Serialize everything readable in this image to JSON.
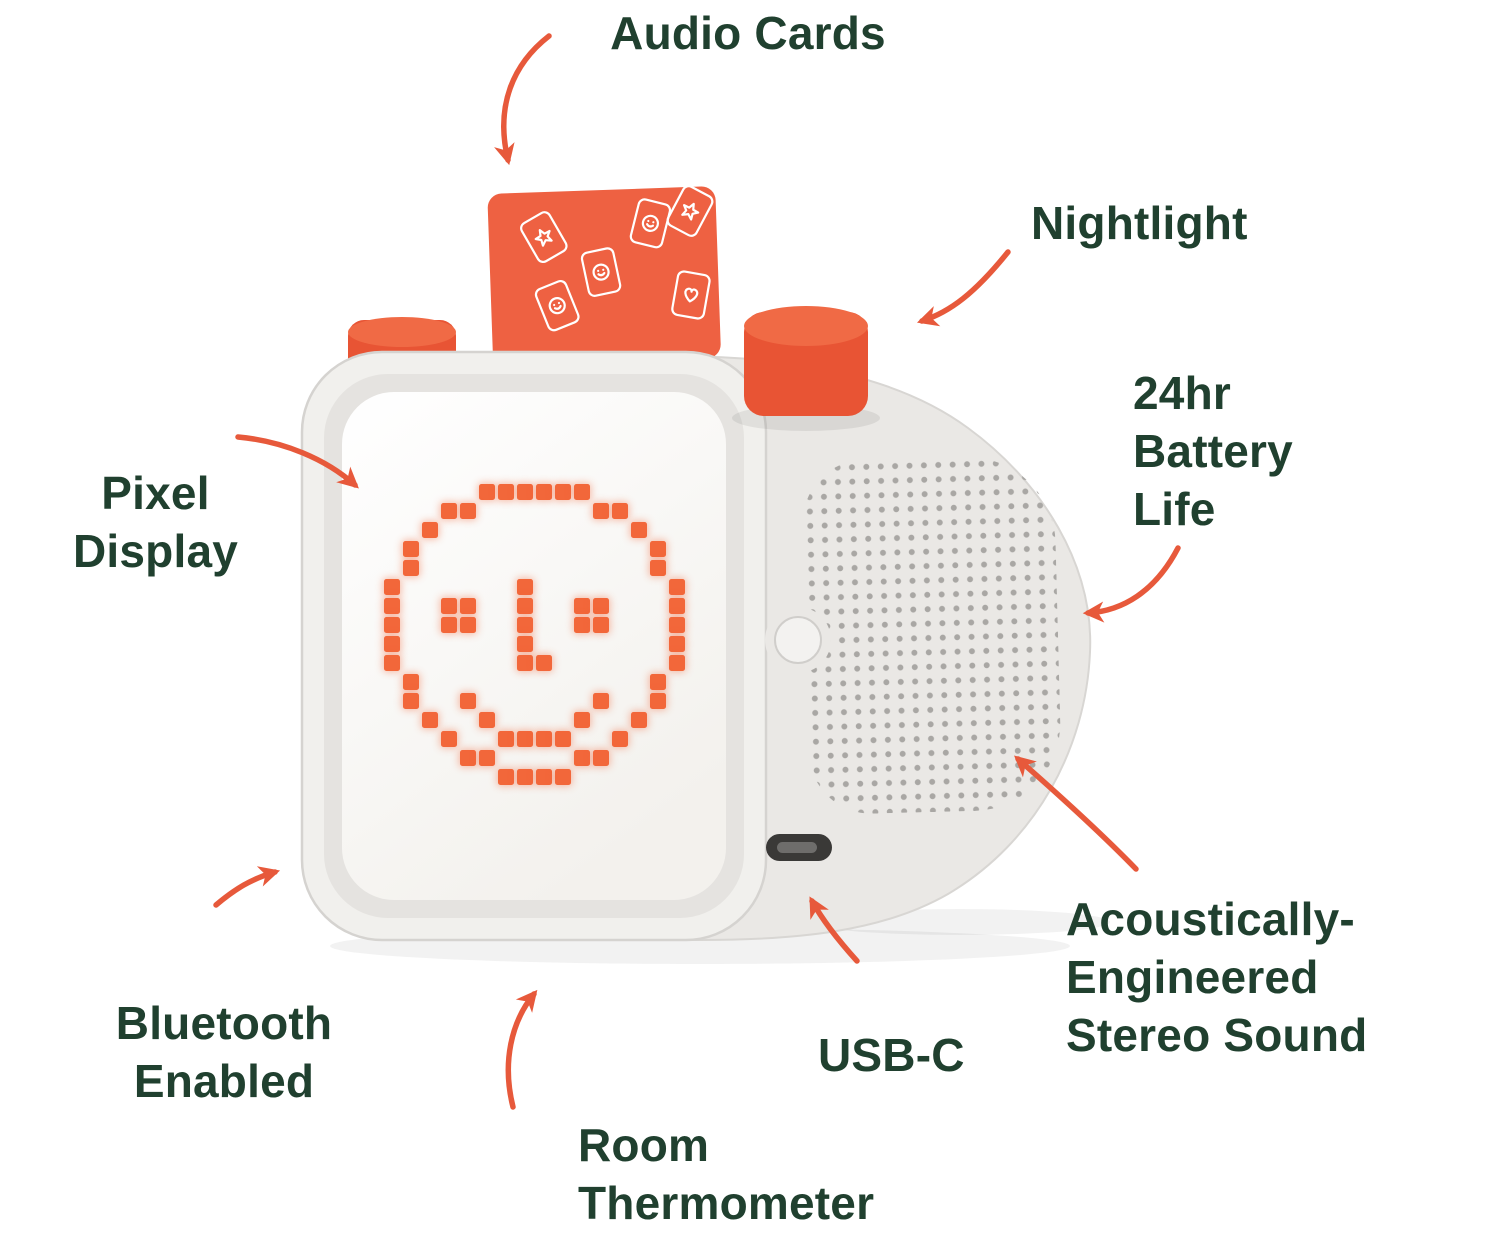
{
  "labels": {
    "audio_cards": "Audio Cards",
    "nightlight": "Nightlight",
    "battery": [
      "24hr",
      "Battery",
      "Life"
    ],
    "pixel_display": [
      "Pixel",
      "Display"
    ],
    "bluetooth": [
      "Bluetooth",
      "Enabled"
    ],
    "room_thermometer": [
      "Room",
      "Thermometer"
    ],
    "usb_c": "USB-C",
    "acoustic": [
      "Acoustically-",
      "Engineered",
      "Stereo Sound"
    ]
  },
  "device": {
    "description": "white kids audio player with orange audio card inserted on top, two orange knobs, pixel smiley-face display and side speaker grille",
    "pixel_face": {
      "pixel_color": "#f2673a",
      "rows": [
        ".....######.....",
        "...##......##...",
        "..#..........#..",
        ".#............#.",
        ".#............#.",
        "#......#.......#",
        "#..##..#..##...#",
        "#..##..#..##...#",
        "#......#.......#",
        "#......##......#",
        ".#............#.",
        ".#..#......#..#.",
        "..#..#....#..#..",
        "...#..####..#...",
        "....##....##....",
        "......####......"
      ]
    },
    "colors": {
      "accent_orange": "#e7593b",
      "card_orange": "#ee6142",
      "label_green": "#20402f",
      "body_front": "#f1f0ed",
      "body_side": "#eae8e5"
    }
  }
}
